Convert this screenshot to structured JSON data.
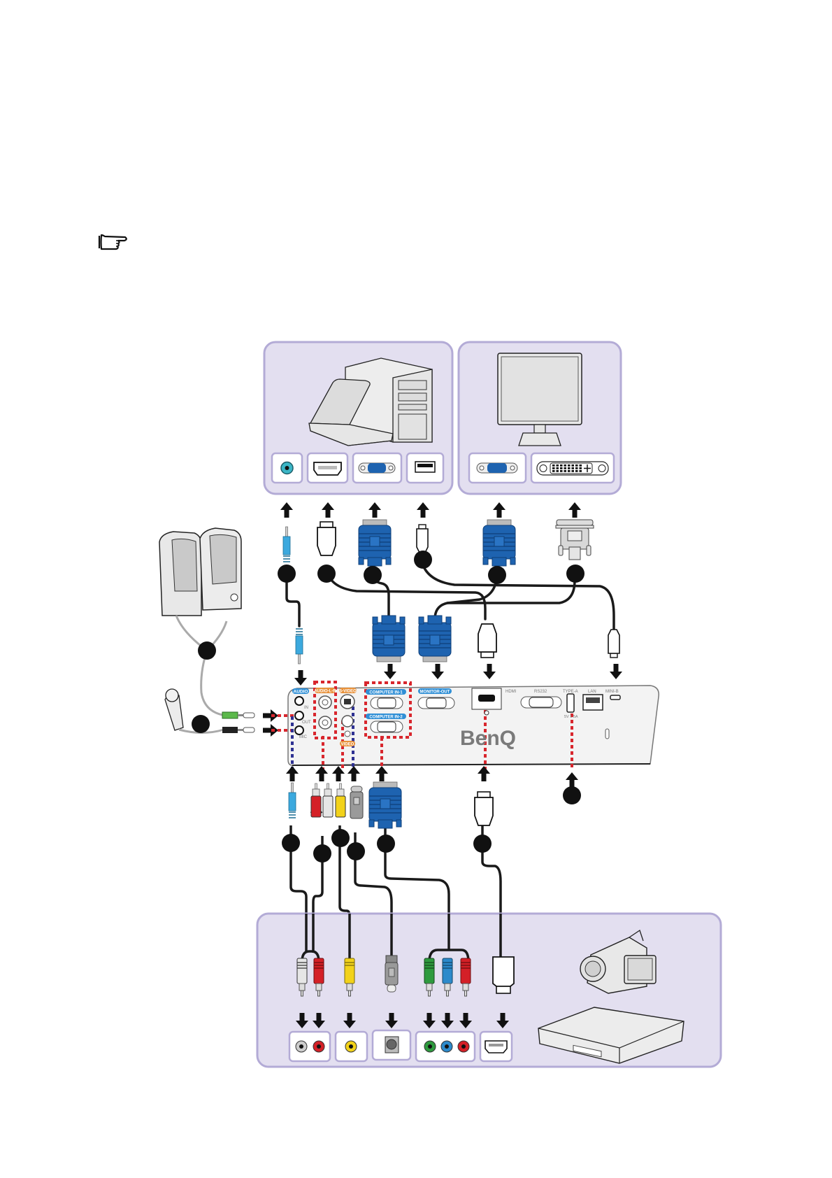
{
  "note": {
    "icon": "pointing-hand-icon"
  },
  "colors": {
    "panel_fill": "#E3DFF0",
    "panel_border": "#B3ABD6",
    "port_box_fill": "#FFFFFF",
    "cable": "#1A1A1A",
    "callout": "#111111",
    "vga_blue": "#1E63B0",
    "audio_blue": "#3CA9DE",
    "label_blue": "#2F8FD6",
    "label_orange": "#E8913A",
    "dotted_red": "#D8262D",
    "dotted_blue": "#2E3192",
    "rca_red": "#D42027",
    "rca_white": "#E6E6E6",
    "rca_yellow": "#F2D21A",
    "rca_green": "#2E9A3E",
    "rca_blue": "#2C8ACB",
    "mic_jack_green": "#5BB94A",
    "projector_fill": "#F3F3F3",
    "benq_logo": "#7A7A7A"
  },
  "top_devices": {
    "computer": {
      "name": "Notebook / Desktop computer",
      "ports": [
        "audio-out-jack",
        "hdmi-port",
        "vga-port",
        "usb-port"
      ]
    },
    "monitor": {
      "name": "Monitor",
      "ports": [
        "vga-port",
        "dvi-port"
      ]
    }
  },
  "peripherals": {
    "speakers": "Speakers",
    "microphone": "Microphone"
  },
  "projector": {
    "brand": "BenQ",
    "labels": {
      "audio": "AUDIO",
      "audio_in": "IN",
      "audio_out": "OUT",
      "mic": "MIC",
      "audio_lr": "AUDIO-L-R",
      "svideo": "S-VIDEO",
      "video": "VIDEO",
      "computer_in_1": "COMPUTER IN-1",
      "computer_in_2": "COMPUTER IN-2",
      "monitor_out": "MONITOR-OUT",
      "hdmi": "HDMI",
      "rs232": "RS232",
      "type_a": "TYPE-A",
      "type_a_rating": "5V 1.5A",
      "lan": "LAN",
      "mini_b": "MINI-B"
    }
  },
  "bottom_devices": {
    "name": "A/V device (camcorder / DVD player)",
    "ports": [
      "audio-lr-rca",
      "video-rca",
      "s-video",
      "component-ypbpr",
      "hdmi"
    ]
  },
  "callouts": {
    "count_top": 6,
    "count_left": 2,
    "count_bottom": 7
  }
}
